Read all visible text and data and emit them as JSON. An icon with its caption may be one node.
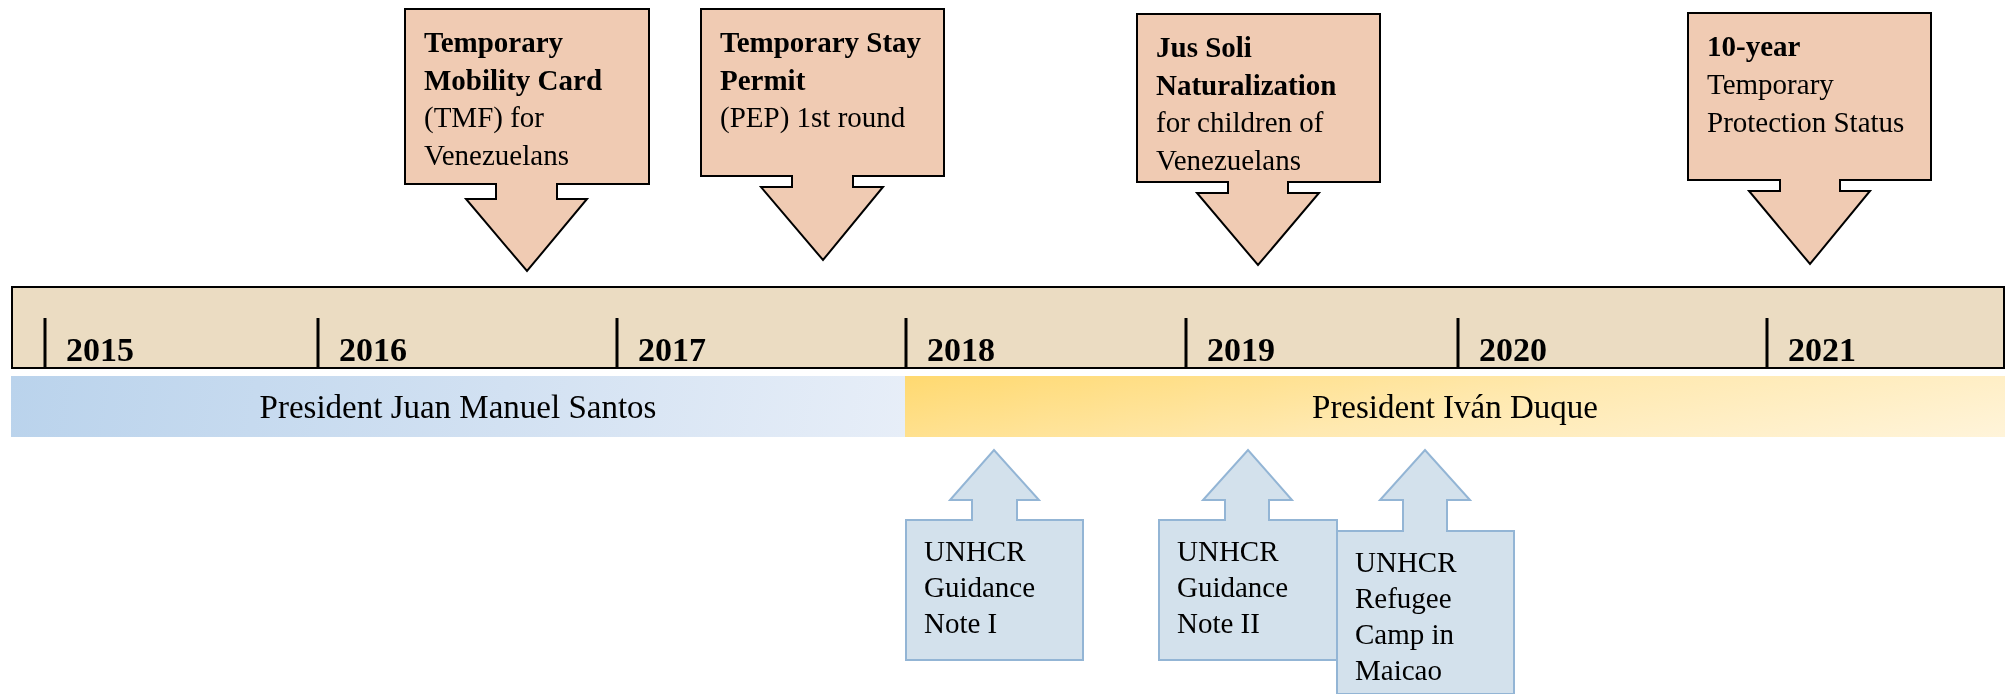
{
  "diagram": {
    "nodes": [
      {
        "text": [
          "Temporary Mobility Card",
          "(TMF) for Venezuelans"
        ]
      },
      {
        "text": [
          "Temporary Stay Permit",
          "(PEP) 1st round"
        ]
      },
      {
        "text": [
          "Jus Soli Naturalization",
          "for children of Venezuelans"
        ]
      },
      {
        "text": [
          "10-year",
          "Temporary Protection Status"
        ]
      },
      {
        "text": [
          "2015",
          "2016",
          "2017",
          "2018",
          "2019",
          "2020",
          "2021"
        ]
      },
      {
        "text": [
          "President Juan Manuel Santos"
        ]
      },
      {
        "text": [
          "President Iván Duque"
        ]
      },
      {
        "text": [
          "UNHCR Guidance Note I"
        ]
      },
      {
        "text": [
          "UNHCR Guidance Note II"
        ]
      },
      {
        "text": [
          "UNHCR Refugee Camp in Maicao"
        ]
      }
    ]
  }
}
